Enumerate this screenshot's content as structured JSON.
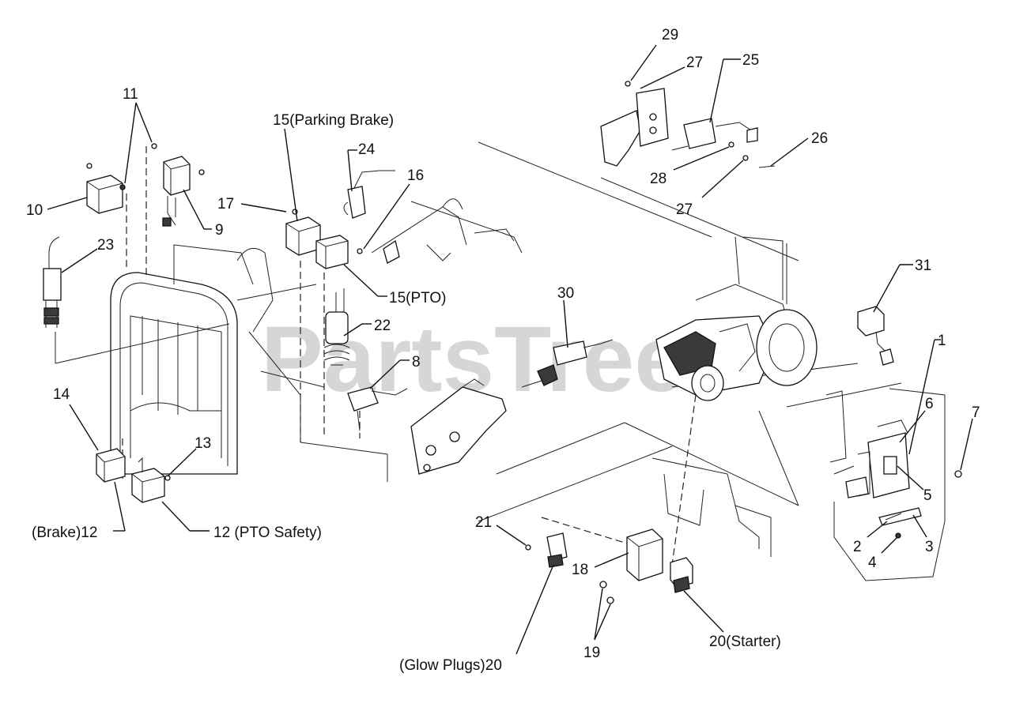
{
  "watermark": "PartsTree",
  "callouts": [
    {
      "id": "c1",
      "text": "1"
    },
    {
      "id": "c2",
      "text": "2"
    },
    {
      "id": "c3",
      "text": "3"
    },
    {
      "id": "c4",
      "text": "4"
    },
    {
      "id": "c5",
      "text": "5"
    },
    {
      "id": "c6",
      "text": "6"
    },
    {
      "id": "c7",
      "text": "7"
    },
    {
      "id": "c8",
      "text": "8"
    },
    {
      "id": "c9",
      "text": "9"
    },
    {
      "id": "c10",
      "text": "10"
    },
    {
      "id": "c11",
      "text": "11"
    },
    {
      "id": "c12a",
      "text": "(Brake)12"
    },
    {
      "id": "c12b",
      "text": "12 (PTO Safety)"
    },
    {
      "id": "c13",
      "text": "13"
    },
    {
      "id": "c14",
      "text": "14"
    },
    {
      "id": "c15a",
      "text": "15(Parking Brake)"
    },
    {
      "id": "c15b",
      "text": "15(PTO)"
    },
    {
      "id": "c16",
      "text": "16"
    },
    {
      "id": "c17",
      "text": "17"
    },
    {
      "id": "c18",
      "text": "18"
    },
    {
      "id": "c19",
      "text": "19"
    },
    {
      "id": "c20a",
      "text": "(Glow Plugs)20"
    },
    {
      "id": "c20b",
      "text": "20(Starter)"
    },
    {
      "id": "c21",
      "text": "21"
    },
    {
      "id": "c22",
      "text": "22"
    },
    {
      "id": "c23",
      "text": "23"
    },
    {
      "id": "c24",
      "text": "24"
    },
    {
      "id": "c25",
      "text": "25"
    },
    {
      "id": "c26",
      "text": "26"
    },
    {
      "id": "c27a",
      "text": "27"
    },
    {
      "id": "c27b",
      "text": "27"
    },
    {
      "id": "c28",
      "text": "28"
    },
    {
      "id": "c29",
      "text": "29"
    },
    {
      "id": "c30",
      "text": "30"
    },
    {
      "id": "c31",
      "text": "31"
    }
  ]
}
